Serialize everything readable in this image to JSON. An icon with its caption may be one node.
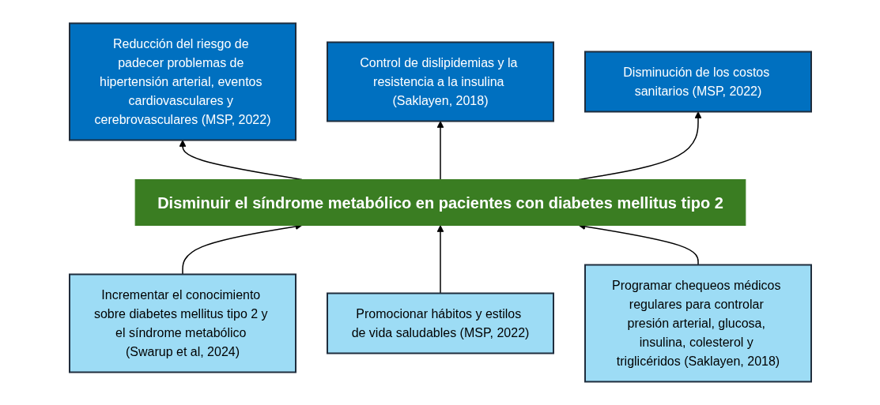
{
  "diagram": {
    "nodes": [
      {
        "text": [
          "Reducción del riesgo de padecer problemas de hipertensión arterial, eventos cardiovasculares y cerebrovasculares (MSP, 2022)"
        ]
      },
      {
        "text": [
          "Control de dislipidemias y la resistencia a la insulina (Saklayen, 2018)"
        ]
      },
      {
        "text": [
          "Disminución de los costos sanitarios (MSP, 2022)"
        ]
      },
      {
        "text": [
          "Disminuir el síndrome metabólico en pacientes con diabetes mellitus tipo 2"
        ]
      },
      {
        "text": [
          "Incrementar el conocimiento sobre diabetes mellitus tipo 2 y el síndrome metabólico (Swarup et al, 2024)"
        ]
      },
      {
        "text": [
          "Promocionar hábitos y estilos de vida saludables (MSP, 2022)"
        ]
      },
      {
        "text": [
          "Programar chequeos médicos regulares para controlar presión arterial, glucosa, insulina, colesterol y triglicéridos (Saklayen, 2018)"
        ]
      }
    ],
    "edges": [
      {
        "from": 3,
        "to": 0,
        "arrow": "to"
      },
      {
        "from": 3,
        "to": 1,
        "arrow": "to"
      },
      {
        "from": 3,
        "to": 2,
        "arrow": "to"
      },
      {
        "from": 4,
        "to": 3,
        "arrow": "to"
      },
      {
        "from": 5,
        "to": 3,
        "arrow": "to"
      },
      {
        "from": 6,
        "to": 3,
        "arrow": "to"
      }
    ]
  }
}
